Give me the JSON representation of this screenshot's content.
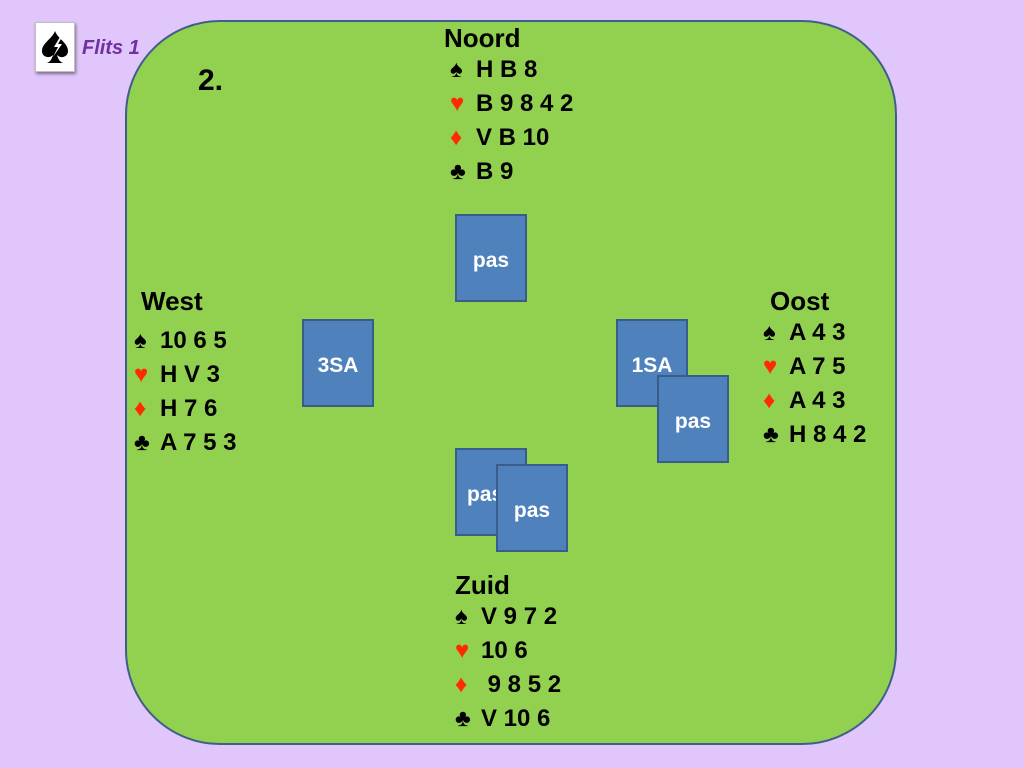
{
  "header": {
    "title": "Flits 1",
    "board_number": "2."
  },
  "logo": {
    "icon": "spade-icon",
    "color": "#000000"
  },
  "colors": {
    "background": "#e1c6fb",
    "table": "#92d050",
    "bid_card": "#4f81bd",
    "red_suit": "#ff2a00",
    "title": "#7030a0"
  },
  "hands": {
    "north": {
      "player": "Noord",
      "spades": "H B 8",
      "hearts": "B 9 8 4 2",
      "diamonds": "V B 10",
      "clubs": "B 9"
    },
    "west": {
      "player": "West",
      "spades": "10 6 5",
      "hearts": "H V 3",
      "diamonds": "H 7 6",
      "clubs": "A 7 5 3"
    },
    "east": {
      "player": "Oost",
      "spades": "A 4 3",
      "hearts": "A 7 5",
      "diamonds": "A 4 3",
      "clubs": "H 8 4 2"
    },
    "south": {
      "player": "Zuid",
      "spades": "V 9 7 2",
      "hearts": "10 6",
      "diamonds": " 9 8 5 2",
      "clubs": "V 10 6"
    }
  },
  "suits": {
    "spades": "♠",
    "hearts": "♥",
    "diamonds": "♦",
    "clubs": "♣"
  },
  "bidding": {
    "north": [
      "pas"
    ],
    "east": [
      "1SA",
      "pas"
    ],
    "south": [
      "pas",
      "pas"
    ],
    "west": [
      "3SA"
    ]
  }
}
